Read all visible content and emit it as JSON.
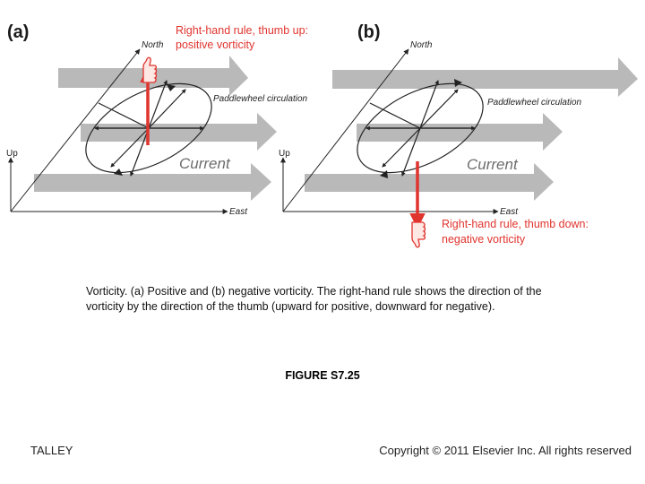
{
  "figure": {
    "panel_a": {
      "label": "(a)",
      "north": "North",
      "east": "East",
      "up": "Up",
      "paddlewheel": "Paddlewheel circulation",
      "current": "Current",
      "rule_line1": "Right-hand rule, thumb up:",
      "rule_line2": "positive vorticity"
    },
    "panel_b": {
      "label": "(b)",
      "north": "North",
      "east": "East",
      "up": "Up",
      "paddlewheel": "Paddlewheel circulation",
      "current": "Current",
      "rule_line1": "Right-hand rule, thumb down:",
      "rule_line2": "negative vorticity"
    },
    "colors": {
      "vorticity_arrow": "#e0342e",
      "current_arrow": "#b9b9b9",
      "axes": "#222222"
    }
  },
  "caption": "Vorticity. (a) Positive and (b) negative vorticity. The right-hand rule shows the direction of the vorticity by the direction of the thumb (upward for positive, downward for negative).",
  "figure_id": "FIGURE S7.25",
  "author": "TALLEY",
  "copyright": "Copyright © 2011 Elsevier Inc. All rights reserved"
}
